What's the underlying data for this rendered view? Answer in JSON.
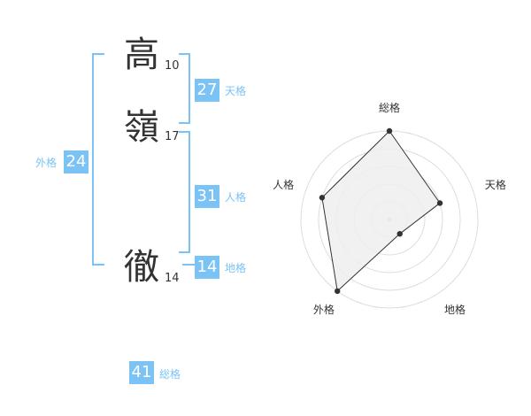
{
  "name": {
    "chars": [
      {
        "char": "高",
        "strokes": "10"
      },
      {
        "char": "嶺",
        "strokes": "17"
      },
      {
        "char": "徹",
        "strokes": "14"
      }
    ]
  },
  "scores": {
    "tenkaku": {
      "value": "27",
      "label": "天格"
    },
    "jinkaku": {
      "value": "31",
      "label": "人格"
    },
    "chikaku": {
      "value": "14",
      "label": "地格"
    },
    "gaikaku": {
      "value": "24",
      "label": "外格"
    },
    "soukaku": {
      "value": "41",
      "label": "総格"
    }
  },
  "chart_data": {
    "type": "radar",
    "axes": [
      "総格",
      "天格",
      "地格",
      "外格",
      "人格"
    ],
    "values": [
      5,
      3,
      1,
      5,
      4
    ],
    "max": 5,
    "rings": 5
  },
  "colors": {
    "accent": "#7cc3f5",
    "polygon_fill": "#eeeeee",
    "text": "#333333"
  }
}
